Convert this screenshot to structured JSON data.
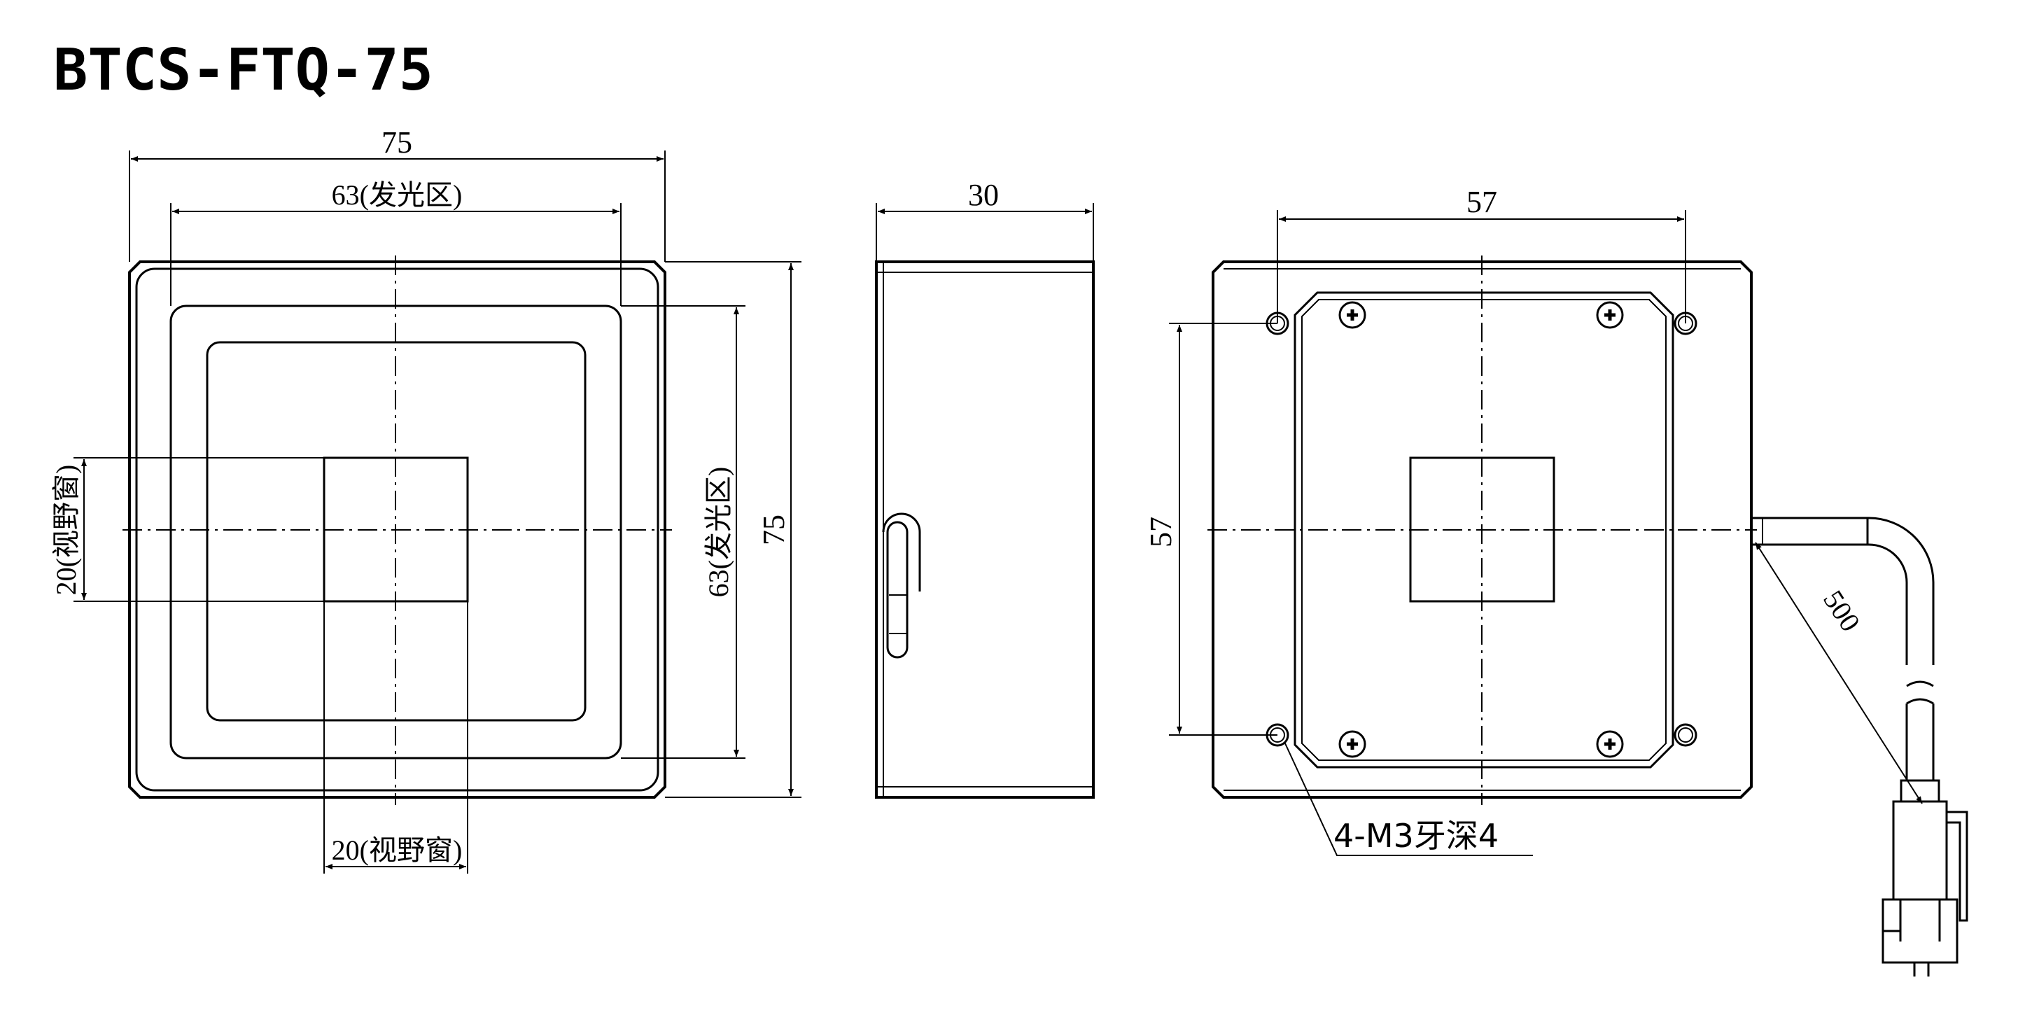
{
  "title": "BTCS-FTQ-75",
  "colors": {
    "line": "#000000",
    "background": "#ffffff"
  },
  "front_view": {
    "overall_width": "75",
    "emitting_width": "63(发光区)",
    "window_left": "20(视野窗)",
    "emitting_height": "63(发光区)",
    "overall_height": "75",
    "window_bottom": "20(视野窗)"
  },
  "side_view": {
    "depth": "30"
  },
  "back_view": {
    "hole_spacing_x": "57",
    "hole_spacing_y": "57",
    "cable_length": "500",
    "thread_note": "4-M3牙深4"
  }
}
